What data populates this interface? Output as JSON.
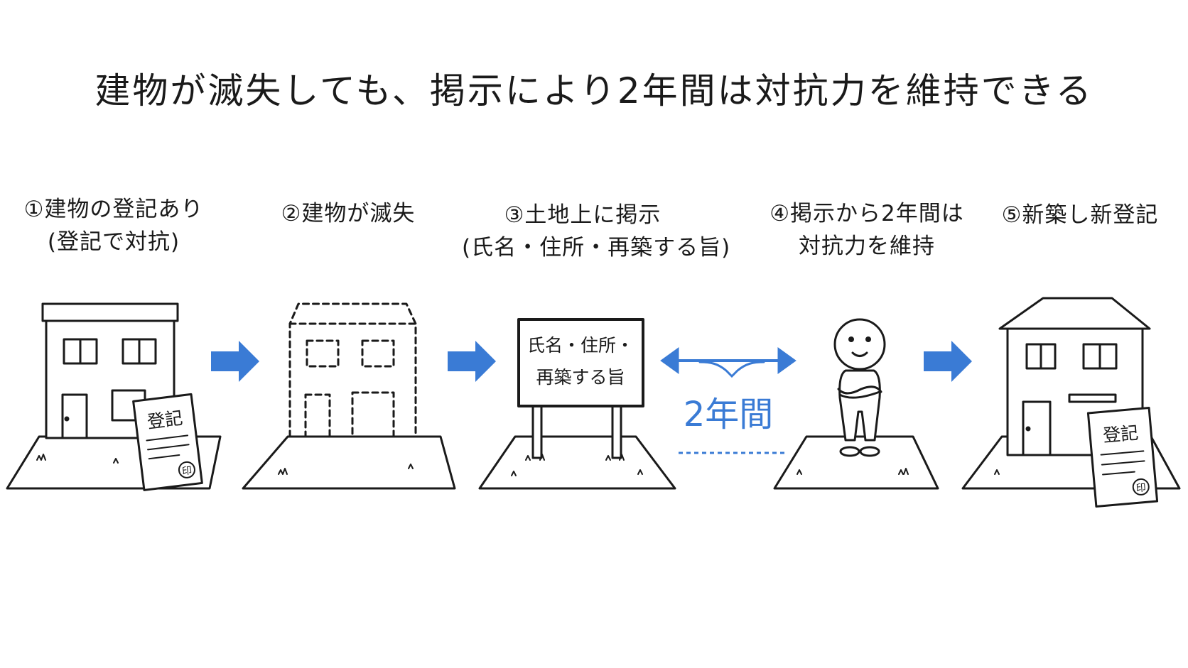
{
  "title": "建物が滅失しても、掲示により2年間は対抗力を維持できる",
  "steps": [
    {
      "line1": "①建物の登記あり",
      "line2": "(登記で対抗)"
    },
    {
      "line1": "②建物が滅失",
      "line2": ""
    },
    {
      "line1": "③土地上に掲示",
      "line2": "(氏名・住所・再築する旨)"
    },
    {
      "line1": "④掲示から2年間は",
      "line2": "対抗力を維持"
    },
    {
      "line1": "⑤新築し新登記",
      "line2": ""
    }
  ],
  "registry_doc": {
    "heading": "登記",
    "stamp": "印"
  },
  "signboard": {
    "line1": "氏名・住所・",
    "line2": "再築する旨"
  },
  "period_label": "2年間",
  "colors": {
    "accent": "#3a7bd5",
    "ink": "#1a1a1a"
  },
  "icons": {
    "arrow": "arrow-right-icon",
    "double_arrow": "double-arrow-icon",
    "stamp": "seal-stamp-icon"
  }
}
